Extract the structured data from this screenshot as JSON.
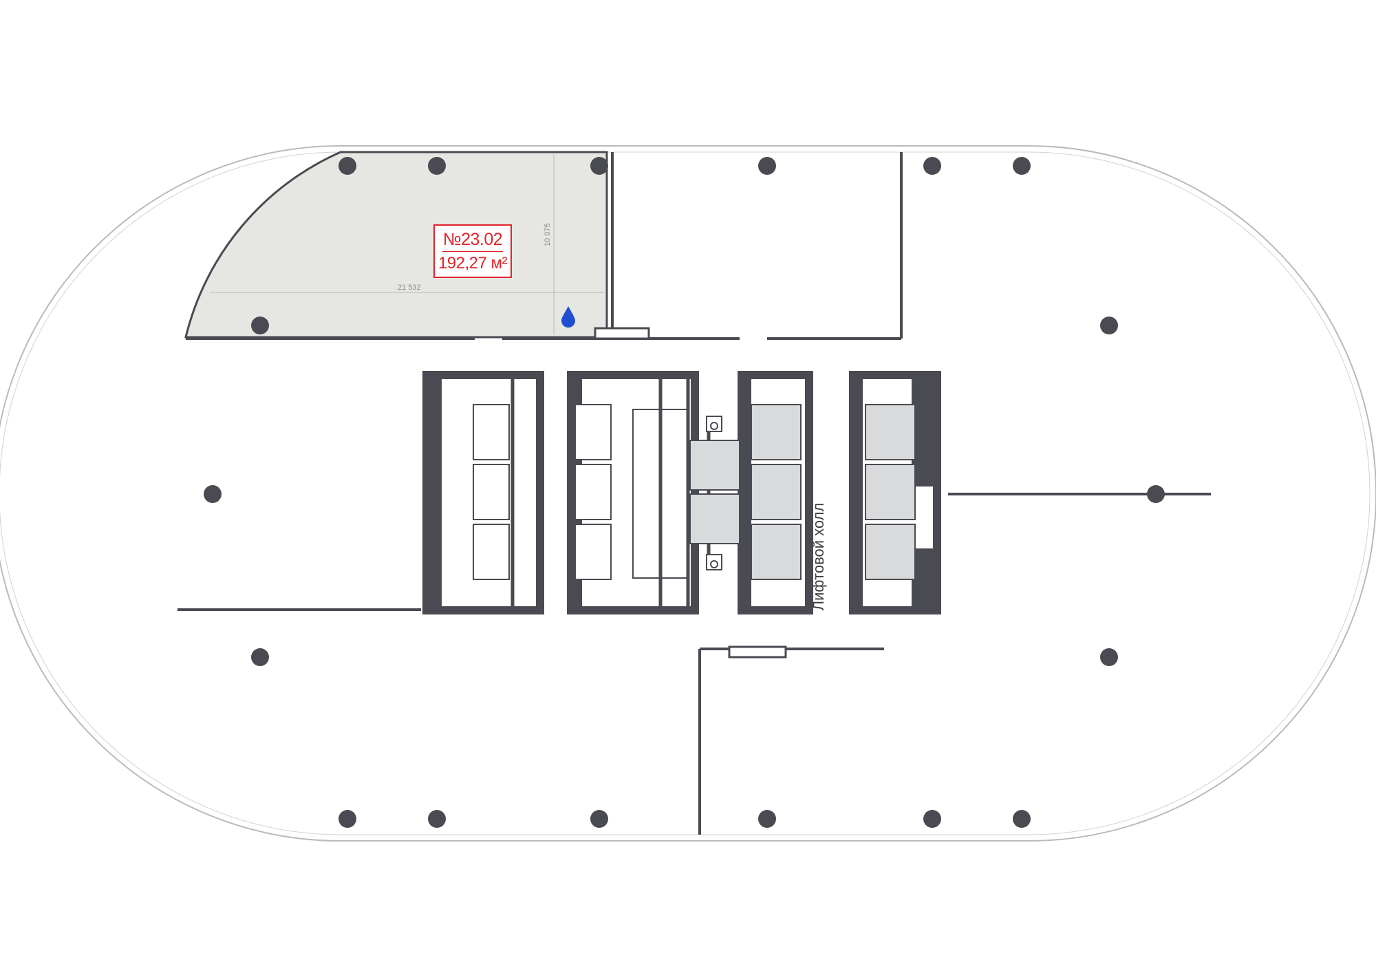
{
  "unit": {
    "number": "№23.02",
    "area": "192,27 м²",
    "dim_width": "21 532",
    "dim_depth": "10 075"
  },
  "core": {
    "hall_label": "Лифтовой холл"
  },
  "colors": {
    "wall": "#4a4b52",
    "highlight_fill": "#e6e7e3",
    "accent": "#e0242c",
    "water": "#1f4fd1",
    "elevator_fill": "#d9dadc"
  },
  "icons": {
    "water": "water-drop-icon",
    "accessible": "wheelchair-icon",
    "elevator": "elevator-icon"
  }
}
